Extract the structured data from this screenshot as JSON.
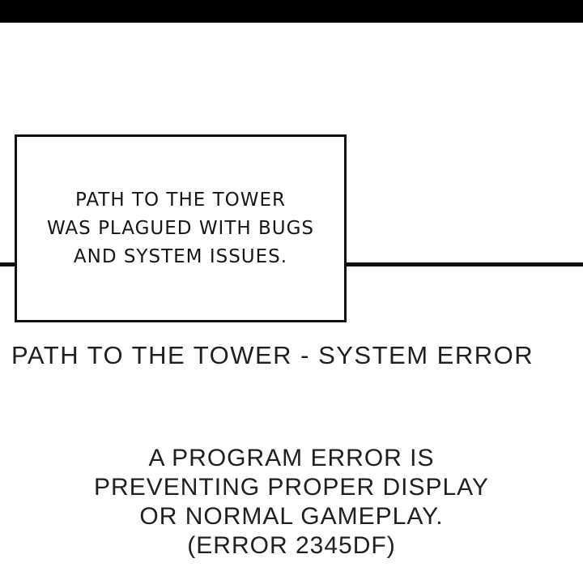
{
  "colors": {
    "background": "#ffffff",
    "top_bar": "#000000",
    "panel_line": "#111111",
    "text": "#202020"
  },
  "panel": {
    "caption": "PATH TO THE TOWER\nWAS PLAGUED WITH BUGS\nAND SYSTEM ISSUES."
  },
  "title": {
    "text": "PATH TO THE TOWER - SYSTEM ERROR"
  },
  "error": {
    "message": "A PROGRAM ERROR IS\nPREVENTING PROPER DISPLAY\nOR NORMAL GAMEPLAY.\n(ERROR 2345DF)"
  }
}
